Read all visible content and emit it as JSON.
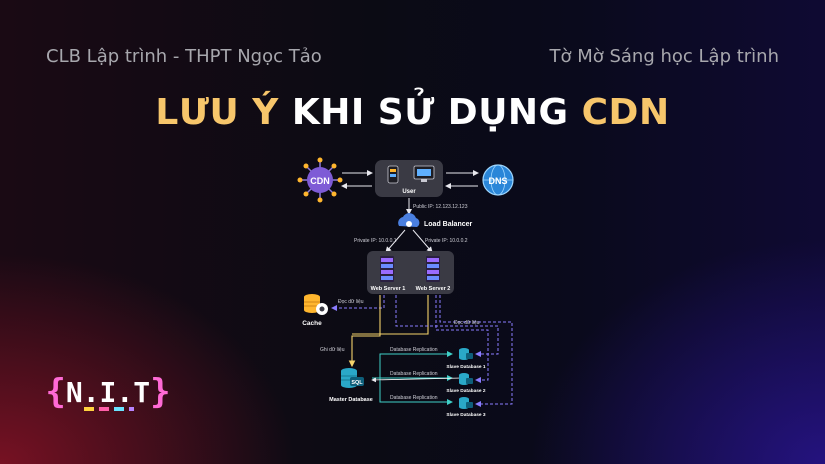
{
  "header": {
    "left": "CLB Lập trình - THPT Ngọc Tảo",
    "right": "Tờ Mờ Sáng học Lập trình"
  },
  "title": {
    "part1": "LƯU Ý",
    "part2": " KHI SỬ DỤNG ",
    "part3": "CDN"
  },
  "diagram": {
    "cdn": "CDN",
    "dns": "DNS",
    "user": "User",
    "public_ip": "Public IP: 12.123.12.123",
    "load_balancer": "Load Balancer",
    "private_ip_1": "Private IP: 10.0.0.1",
    "private_ip_2": "Private IP: 10.0.0.2",
    "web_server_1": "Web Server 1",
    "web_server_2": "Web Server 2",
    "cache": "Cache",
    "read_data_left": "Đọc dữ liệu",
    "read_data_right": "Đọc dữ liệu",
    "write_data": "Ghi dữ liệu",
    "master_db": "Master Database",
    "sql": "SQL",
    "replication_1": "Database Replication",
    "replication_2": "Database Replication",
    "replication_3": "Database Replication",
    "slave_1": "Slave Database 1",
    "slave_2": "Slave Database 2",
    "slave_3": "Slave Database 3"
  },
  "logo": {
    "text": "N.I.T",
    "open": "{",
    "close": "}"
  },
  "colors": {
    "accent": "#f7c66b",
    "write_line": "#f5d36b",
    "read_line": "#8a7cff",
    "master_line": "#3fd0c8"
  }
}
